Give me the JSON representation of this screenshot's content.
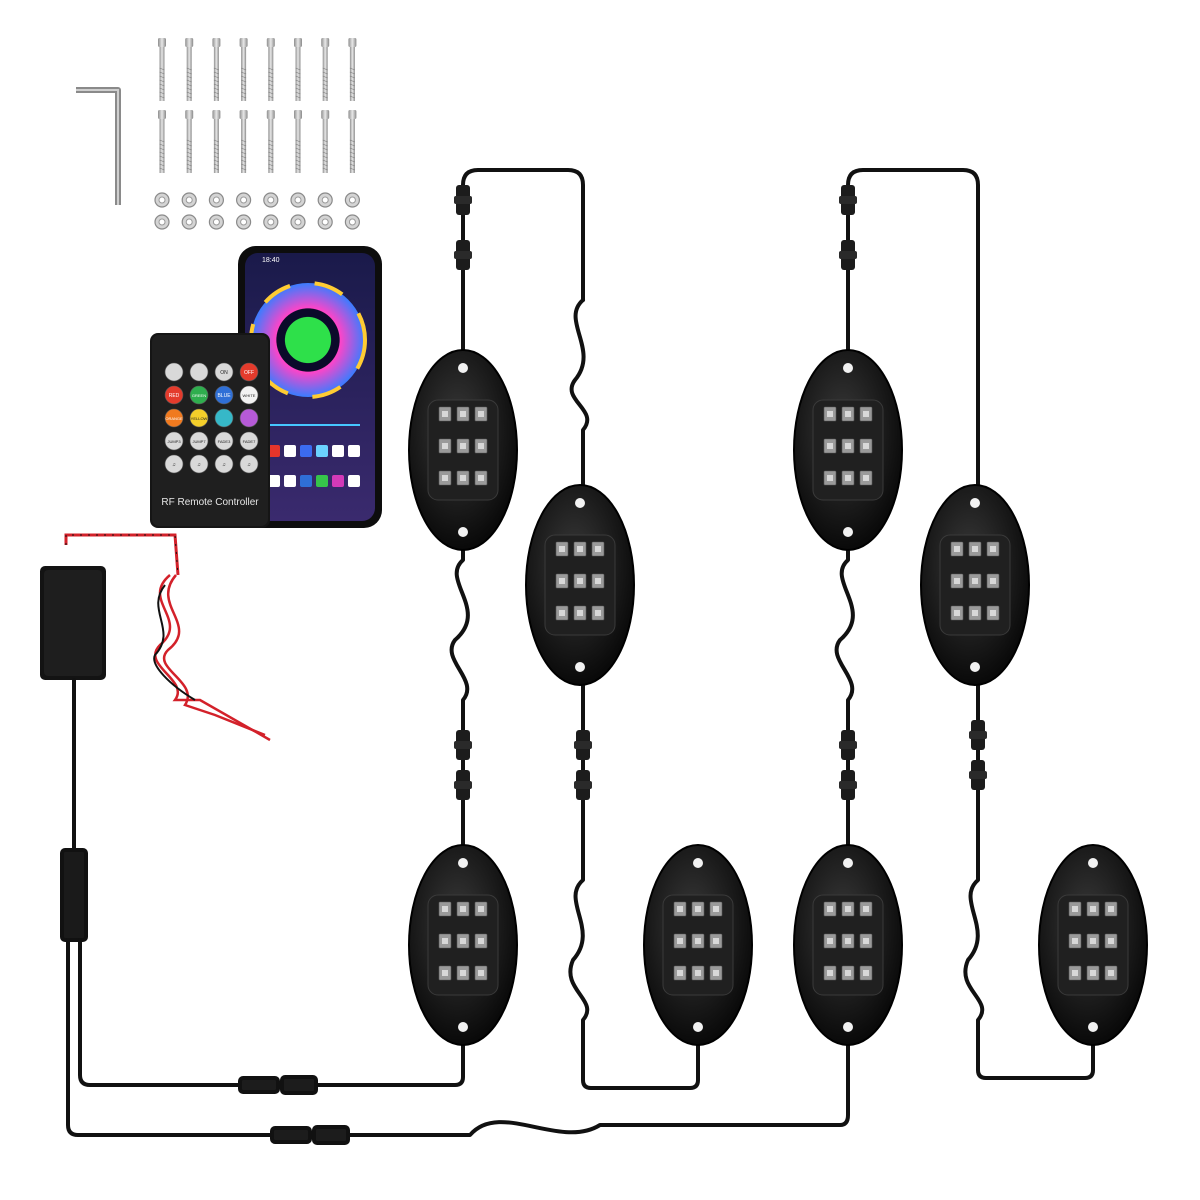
{
  "product": {
    "remote": {
      "label": "RF Remote Controller",
      "buttons": [
        {
          "text": "",
          "color": "#d9d9d9"
        },
        {
          "text": "",
          "color": "#d9d9d9"
        },
        {
          "text": "ON",
          "color": "#d9d9d9"
        },
        {
          "text": "OFF",
          "color": "#e43b2c"
        },
        {
          "text": "RED",
          "color": "#e43b2c"
        },
        {
          "text": "GREEN",
          "color": "#2fae4e"
        },
        {
          "text": "BLUE",
          "color": "#2f6fd6"
        },
        {
          "text": "WHITE",
          "color": "#f2f2f2"
        },
        {
          "text": "ORANGE",
          "color": "#f07a1f"
        },
        {
          "text": "YELLOW",
          "color": "#f4cf2a"
        },
        {
          "text": "",
          "color": "#36b8c8"
        },
        {
          "text": "",
          "color": "#b65ad8"
        },
        {
          "text": "JUMP3",
          "color": "#d9d9d9"
        },
        {
          "text": "JUMP7",
          "color": "#d9d9d9"
        },
        {
          "text": "FADE3",
          "color": "#d9d9d9"
        },
        {
          "text": "FADE7",
          "color": "#d9d9d9"
        },
        {
          "text": "♫",
          "color": "#d9d9d9"
        },
        {
          "text": "♫",
          "color": "#d9d9d9"
        },
        {
          "text": "♫",
          "color": "#d9d9d9"
        },
        {
          "text": "♫",
          "color": "#d9d9d9"
        }
      ]
    },
    "phone": {
      "time": "18:40",
      "swatches": [
        "#e5352b",
        "#ffffff",
        "#3b6bf0",
        "#6bd2ff",
        "#ffffff",
        "#ffffff"
      ],
      "swatches2": [
        "#ffffff",
        "#ffffff",
        "#2f6fd6",
        "#36c44a",
        "#d33ab8",
        "#ffffff"
      ]
    },
    "colors": {
      "cable": "#111111",
      "red_wire": "#d3212a",
      "housing": "#141414",
      "led": "#7a7a7a"
    }
  }
}
